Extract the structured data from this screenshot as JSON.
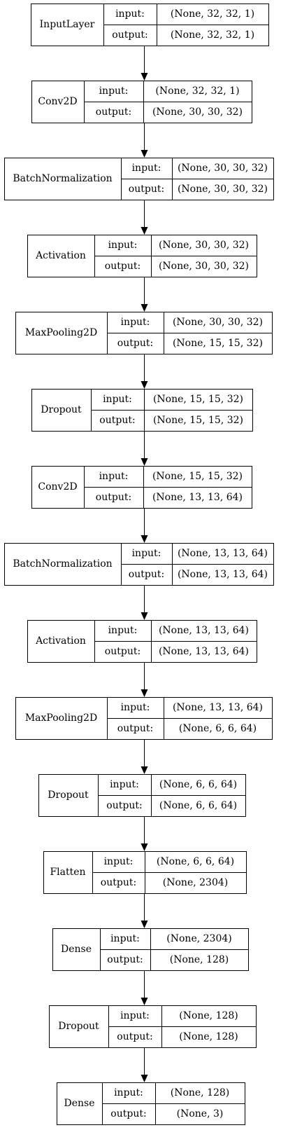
{
  "colors": {
    "line": "#000000",
    "text": "#000000",
    "background": "#ffffff"
  },
  "labels": {
    "input": "input:",
    "output": "output:"
  },
  "layers": [
    {
      "name": "InputLayer",
      "input": "(None, 32, 32, 1)",
      "output": "(None, 32, 32, 1)"
    },
    {
      "name": "Conv2D",
      "input": "(None, 32, 32, 1)",
      "output": "(None, 30, 30, 32)"
    },
    {
      "name": "BatchNormalization",
      "input": "(None, 30, 30, 32)",
      "output": "(None, 30, 30, 32)"
    },
    {
      "name": "Activation",
      "input": "(None, 30, 30, 32)",
      "output": "(None, 30, 30, 32)"
    },
    {
      "name": "MaxPooling2D",
      "input": "(None, 30, 30, 32)",
      "output": "(None, 15, 15, 32)"
    },
    {
      "name": "Dropout",
      "input": "(None, 15, 15, 32)",
      "output": "(None, 15, 15, 32)"
    },
    {
      "name": "Conv2D",
      "input": "(None, 15, 15, 32)",
      "output": "(None, 13, 13, 64)"
    },
    {
      "name": "BatchNormalization",
      "input": "(None, 13, 13, 64)",
      "output": "(None, 13, 13, 64)"
    },
    {
      "name": "Activation",
      "input": "(None, 13, 13, 64)",
      "output": "(None, 13, 13, 64)"
    },
    {
      "name": "MaxPooling2D",
      "input": "(None, 13, 13, 64)",
      "output": "(None, 6, 6, 64)"
    },
    {
      "name": "Dropout",
      "input": "(None, 6, 6, 64)",
      "output": "(None, 6, 6, 64)"
    },
    {
      "name": "Flatten",
      "input": "(None, 6, 6, 64)",
      "output": "(None, 2304)"
    },
    {
      "name": "Dense",
      "input": "(None, 2304)",
      "output": "(None, 128)"
    },
    {
      "name": "Dropout",
      "input": "(None, 128)",
      "output": "(None, 128)"
    },
    {
      "name": "Dense",
      "input": "(None, 128)",
      "output": "(None, 3)"
    }
  ]
}
